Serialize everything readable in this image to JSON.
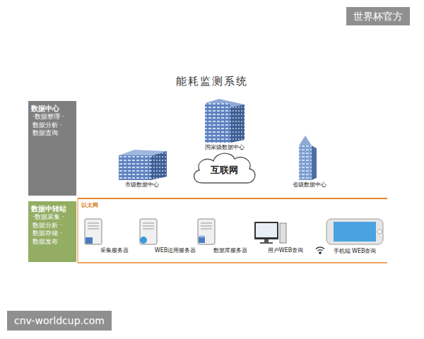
{
  "diagram": {
    "title": "能耗监测系统",
    "nodes": [
      {
        "text": [
          "数据中心",
          "·数据整理 ·数据分析 ·数据查询"
        ]
      },
      {
        "text": [
          "数据中转站",
          "·数据采集 ·数据分析 ·数据存储 ·数据发布"
        ]
      },
      {
        "text": [
          "国家级数据中心"
        ]
      },
      {
        "text": [
          "市级数据中心"
        ]
      },
      {
        "text": [
          "互联网"
        ]
      },
      {
        "text": [
          "省级数据中心"
        ]
      },
      {
        "text": [
          "采集服务器"
        ]
      },
      {
        "text": [
          "WEB运用服务器"
        ]
      },
      {
        "text": [
          "数据库服务器"
        ]
      },
      {
        "text": [
          "用户WEB查询"
        ]
      },
      {
        "text": [
          "手机端 WEB查询"
        ]
      }
    ],
    "labels": [
      "世界杯官方",
      "以太网",
      "cnv-worldcup.com"
    ]
  }
}
